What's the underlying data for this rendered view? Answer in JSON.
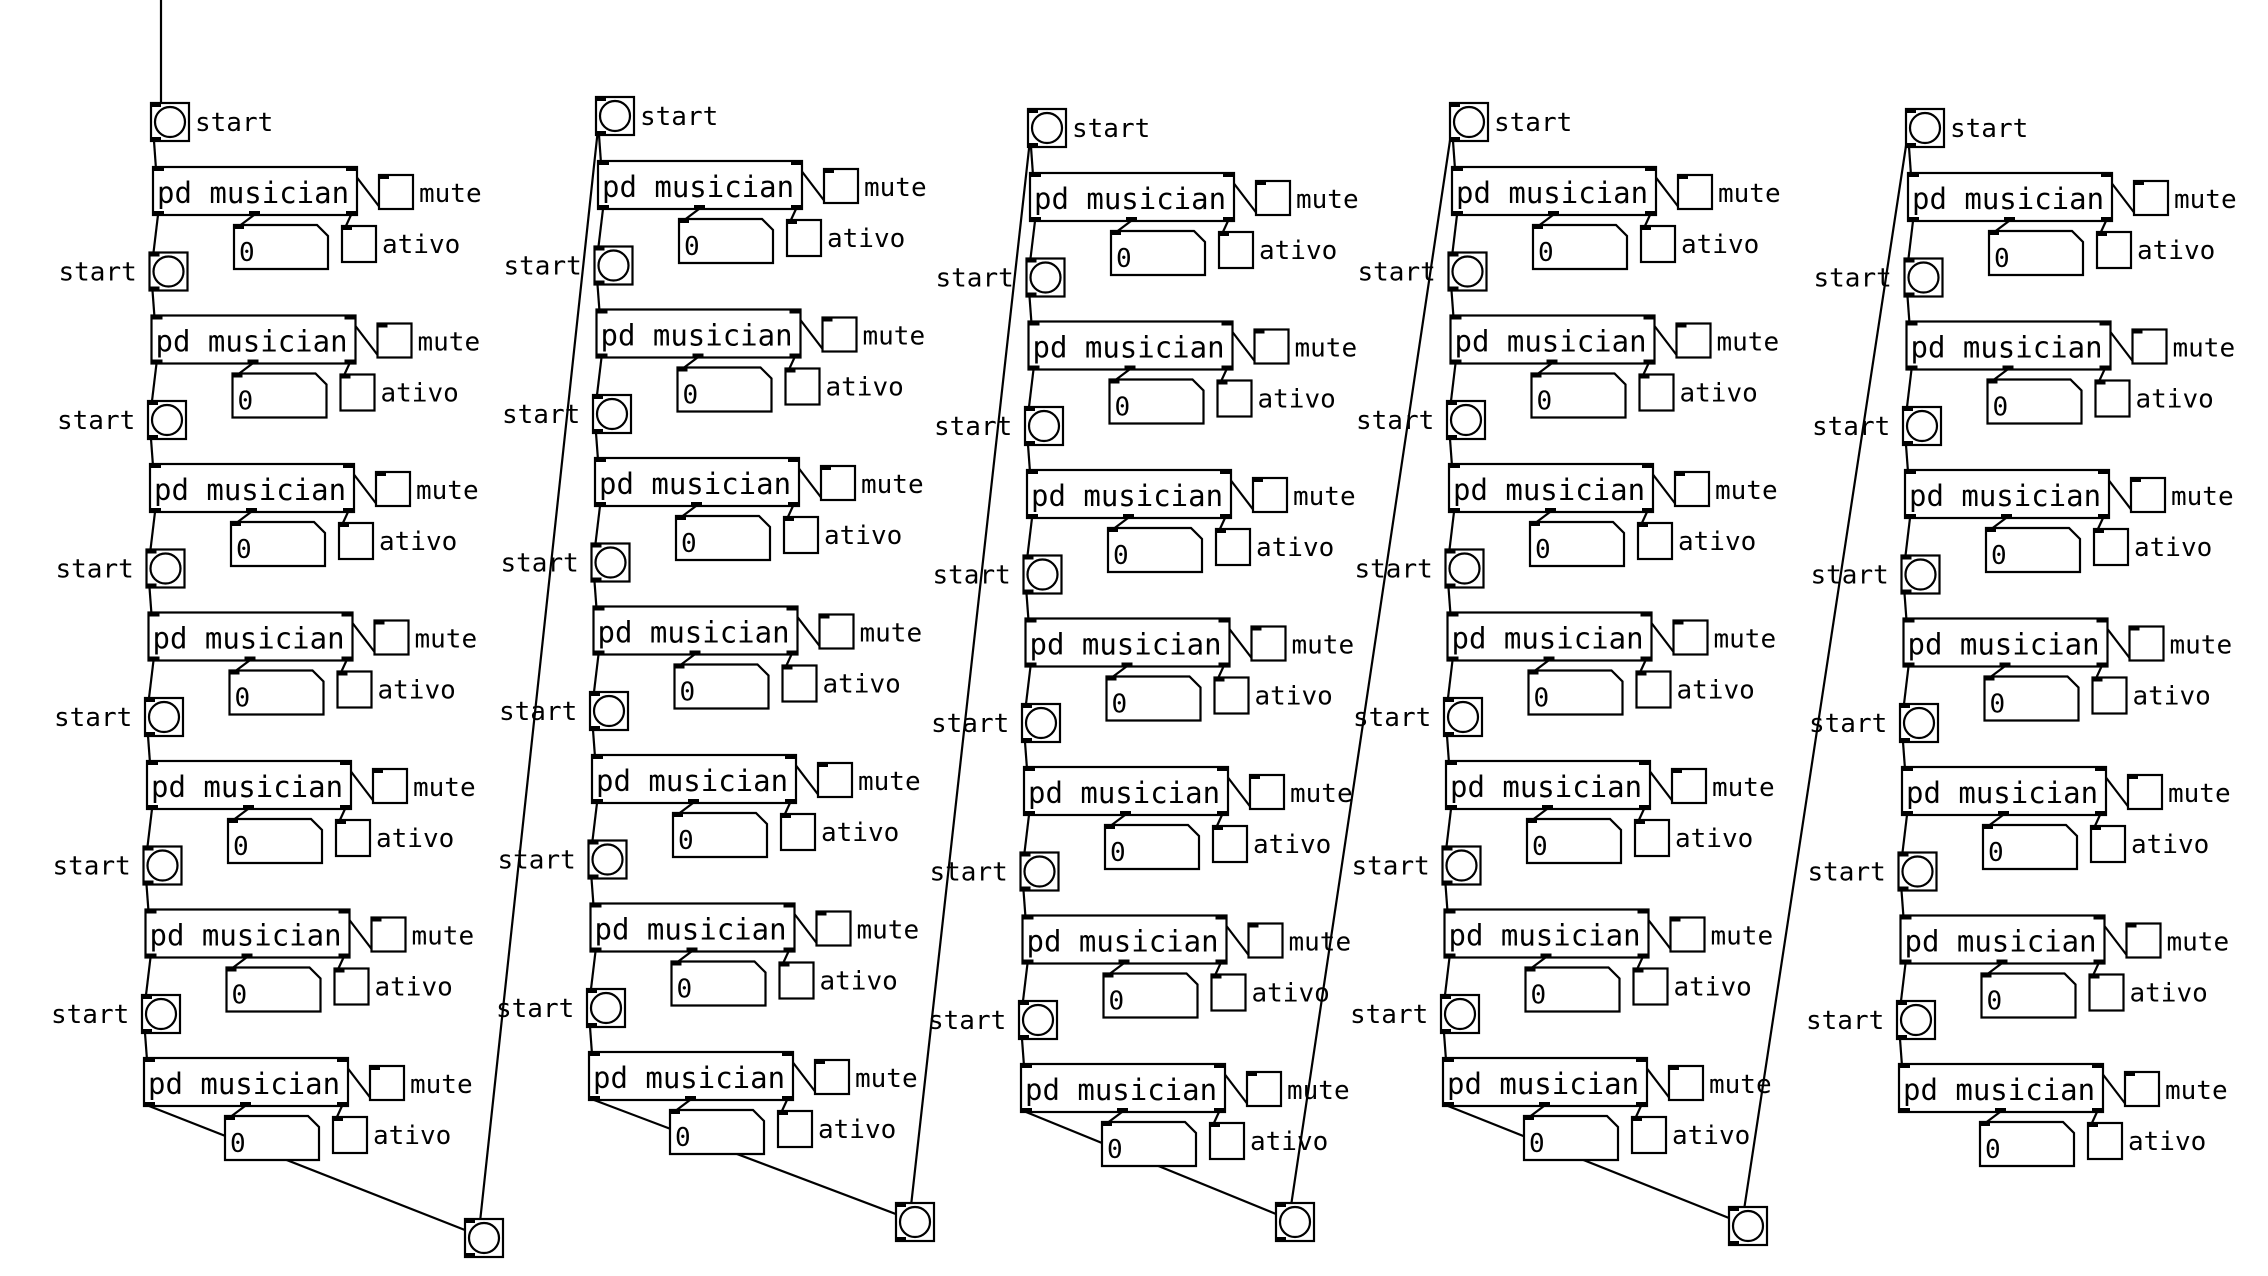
{
  "patch": {
    "object_text": "pd musician",
    "number_value": "0",
    "labels": {
      "start": "start",
      "mute": "mute",
      "ativo": "ativo"
    },
    "columns": 5,
    "rows_per_column": 7
  }
}
